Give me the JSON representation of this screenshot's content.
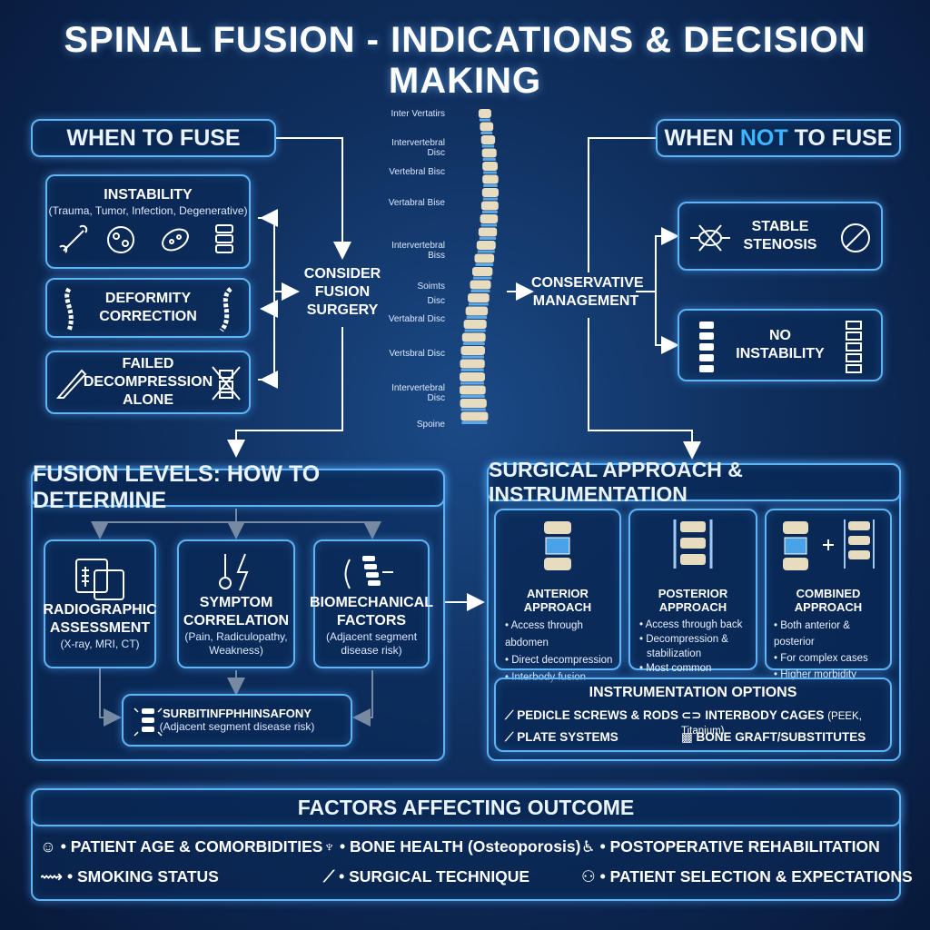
{
  "title": "SPINAL FUSION - INDICATIONS & DECISION MAKING",
  "when_to_fuse": {
    "header": "WHEN TO FUSE",
    "items": [
      {
        "label": "INSTABILITY",
        "sub": "(Trauma, Tumor, Infection, Degenerative)"
      },
      {
        "label_line1": "DEFORMITY",
        "label_line2": "CORRECTION"
      },
      {
        "label_line1": "FAILED",
        "label_line2": "DECOMPRESSION",
        "label_line3": "ALONE"
      }
    ]
  },
  "consider": {
    "line1": "CONSIDER",
    "line2": "FUSION",
    "line3": "SURGERY"
  },
  "conservative": {
    "line1": "CONSERVATIVE",
    "line2": "MANAGEMENT"
  },
  "when_not_to_fuse": {
    "header_a": "WHEN ",
    "header_b": "NOT",
    "header_c": " TO FUSE",
    "items": [
      {
        "line1": "STABLE",
        "line2": "STENOSIS"
      },
      {
        "line1": "NO",
        "line2": "INSTABILITY"
      }
    ]
  },
  "spine_labels": [
    "Inter Vertatirs",
    "Intervertebral Disc",
    "Vertebral Bisc",
    "Vertabral Bise",
    "Intervertebral Biss",
    "Soimts",
    "Disc",
    "Vertabral Disc",
    "Vertsbral Disc",
    "Intervertebral Disc",
    "Spoine"
  ],
  "fusion_levels": {
    "header": "FUSION LEVELS: HOW TO DETERMINE",
    "items": [
      {
        "line1": "RADIOGRAPHIC",
        "line2": "ASSESSMENT",
        "sub": "(X-ray, MRI, CT)"
      },
      {
        "line1": "SYMPTOM",
        "line2": "CORRELATION",
        "sub1": "(Pain, Radiculopathy,",
        "sub2": "Weakness)"
      },
      {
        "line1": "BIOMECHANICAL",
        "line2": "FACTORS",
        "sub1": "(Adjacent segment",
        "sub2": "disease risk)"
      }
    ],
    "summary": {
      "line1": "SURBITINFPHHINSAFONY",
      "line2": "(Adjacent segment disease risk)"
    }
  },
  "approach": {
    "header": "SURGICAL APPROACH & INSTRUMENTATION",
    "cards": [
      {
        "title": "ANTERIOR APPROACH",
        "bullets": [
          "• Access through abdomen",
          "• Direct decompression",
          "• Interbody fusion"
        ]
      },
      {
        "title": "POSTERIOR APPROACH",
        "bullets": [
          "• Access through back",
          "• Decompression &",
          "  stabilization",
          "• Most common"
        ]
      },
      {
        "title": "COMBINED APPROACH",
        "bullets": [
          "• Both anterior & posterior",
          "• For complex cases",
          "• Higher morbidity"
        ]
      }
    ],
    "instrumentation": {
      "header": "INSTRUMENTATION OPTIONS",
      "items": [
        {
          "label": "PEDICLE SCREWS & RODS",
          "detail": ""
        },
        {
          "label": "INTERBODY CAGES",
          "detail": "(PEEK, Titanium)"
        },
        {
          "label": "PLATE SYSTEMS",
          "detail": ""
        },
        {
          "label": "BONE GRAFT/SUBSTITUTES",
          "detail": ""
        }
      ]
    }
  },
  "factors": {
    "header": "FACTORS AFFECTING OUTCOME",
    "items": [
      "• PATIENT AGE & COMORBIDITIES",
      "• BONE HEALTH (Osteoporosis)",
      "• POSTOPERATIVE REHABILITATION",
      "• SMOKING STATUS",
      "• SURGICAL TECHNIQUE",
      "• PATIENT SELECTION & EXPECTATIONS"
    ]
  },
  "colors": {
    "accent": "#3db8ff",
    "border": "#5fb4f5",
    "background": "#0f2f5e"
  }
}
